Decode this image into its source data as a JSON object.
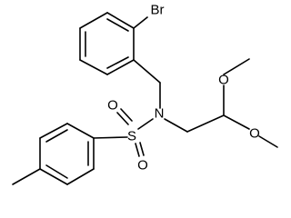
{
  "atom_labels": {
    "br": "Br",
    "n": "N",
    "s": "S",
    "o_sulfonyl_1": "O",
    "o_sulfonyl_2": "O",
    "o_methoxy_1": "O",
    "o_methoxy_2": "O"
  }
}
